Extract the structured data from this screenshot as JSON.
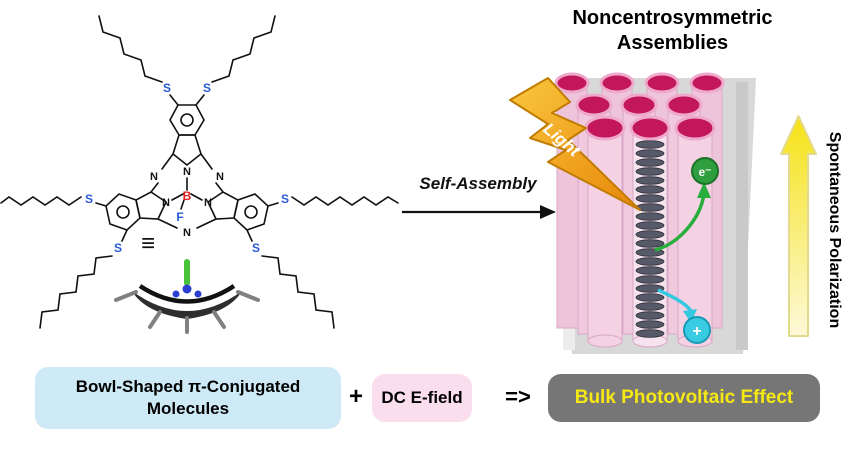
{
  "molecule": {
    "equivalence_symbol": "≡",
    "atoms": {
      "B": "B",
      "F": "F",
      "N": "N",
      "S": "S"
    }
  },
  "process": {
    "arrow_label": "Self-Assembly"
  },
  "assembly": {
    "title": "Noncentrosymmetric Assemblies",
    "light_label": "Light",
    "electron_label": "e⁻",
    "hole_label": "+",
    "polarization_label": "Spontaneous Polarization"
  },
  "equation": {
    "molecules_box": "Bowl-Shaped π-Conjugated Molecules",
    "plus": "+",
    "efield_box": "DC E-field",
    "implies": "=>",
    "result_box": "Bulk Photovoltaic Effect"
  },
  "colors": {
    "molecules_box_bg": "#cdeaf6",
    "efield_box_bg": "#fbdeee",
    "result_box_bg": "#767676",
    "result_text": "#f6e813",
    "column_top": "#c2185b",
    "column_body": "#f2cde0",
    "bolt": "#f2a51a",
    "electron": "#2e9e3e",
    "hole": "#35c8e0",
    "polarization_arrow": "#f5e216",
    "sulfur": "#2a5bd7",
    "boron": "#e02020",
    "fluorine": "#2a5bd7"
  }
}
